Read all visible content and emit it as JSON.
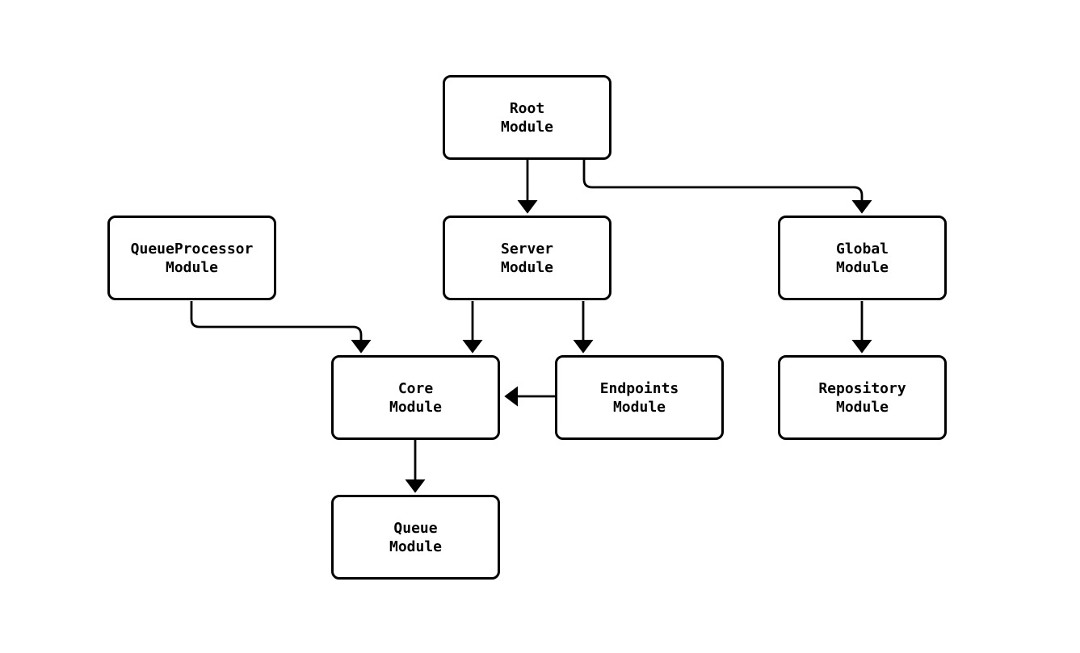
{
  "diagram": {
    "type": "module-dependency-graph",
    "background_color": "#ffffff",
    "stroke_color": "#000000",
    "node_fill_color": "#ffffff",
    "nodes": [
      {
        "id": "root",
        "label": "Root\nModule"
      },
      {
        "id": "queue-processor",
        "label": "QueueProcessor\nModule"
      },
      {
        "id": "server",
        "label": "Server\nModule"
      },
      {
        "id": "global",
        "label": "Global\nModule"
      },
      {
        "id": "core",
        "label": "Core\nModule"
      },
      {
        "id": "endpoints",
        "label": "Endpoints\nModule"
      },
      {
        "id": "repository",
        "label": "Repository\nModule"
      },
      {
        "id": "queue",
        "label": "Queue\nModule"
      }
    ],
    "edges": [
      {
        "from": "root",
        "to": "server"
      },
      {
        "from": "root",
        "to": "global"
      },
      {
        "from": "queue-processor",
        "to": "core"
      },
      {
        "from": "server",
        "to": "core"
      },
      {
        "from": "server",
        "to": "endpoints"
      },
      {
        "from": "endpoints",
        "to": "core"
      },
      {
        "from": "global",
        "to": "repository"
      },
      {
        "from": "core",
        "to": "queue"
      }
    ]
  }
}
